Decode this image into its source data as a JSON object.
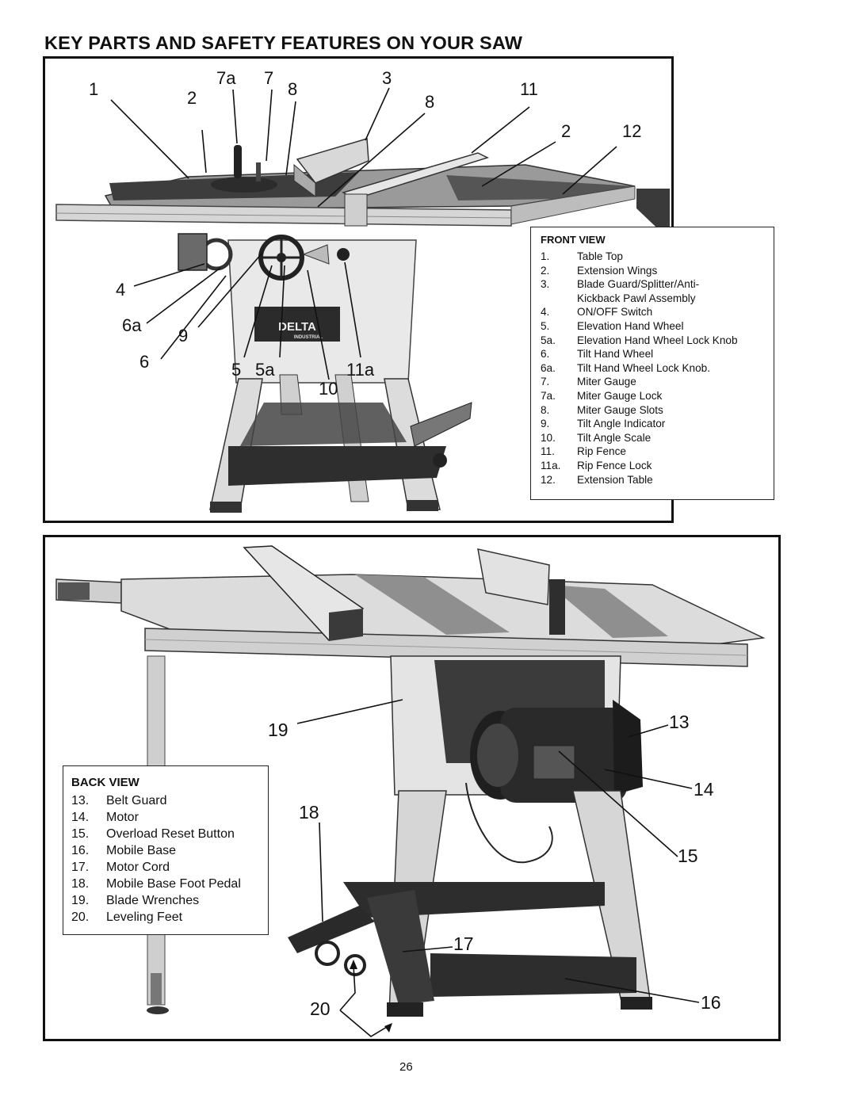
{
  "title": "KEY PARTS AND SAFETY FEATURES ON YOUR SAW",
  "front_view": {
    "legend_title": "FRONT VIEW",
    "items": [
      {
        "num": "1.",
        "label": "Table Top"
      },
      {
        "num": "2.",
        "label": "Extension Wings"
      },
      {
        "num": "3.",
        "label": "Blade Guard/Splitter/Anti-"
      },
      {
        "num": "",
        "label": "Kickback Pawl Assembly"
      },
      {
        "num": "4.",
        "label": "ON/OFF Switch"
      },
      {
        "num": "5.",
        "label": "Elevation Hand Wheel"
      },
      {
        "num": "5a.",
        "label": "Elevation Hand Wheel Lock Knob"
      },
      {
        "num": "6.",
        "label": "Tilt Hand Wheel"
      },
      {
        "num": "6a.",
        "label": "Tilt Hand Wheel Lock Knob."
      },
      {
        "num": "7.",
        "label": "Miter Gauge"
      },
      {
        "num": "7a.",
        "label": "Miter Gauge Lock"
      },
      {
        "num": "8.",
        "label": "Miter Gauge Slots"
      },
      {
        "num": "9.",
        "label": "Tilt Angle Indicator"
      },
      {
        "num": "10.",
        "label": "Tilt Angle Scale"
      },
      {
        "num": "11.",
        "label": "Rip Fence"
      },
      {
        "num": "11a.",
        "label": "Rip Fence Lock"
      },
      {
        "num": "12.",
        "label": "Extension Table"
      }
    ],
    "callouts": [
      "1",
      "2",
      "7a",
      "7",
      "8",
      "3",
      "8",
      "11",
      "2",
      "12",
      "4",
      "6a",
      "9",
      "6",
      "5",
      "5a",
      "10",
      "11a"
    ],
    "logo_text": "DELTA",
    "logo_subtext": "INDUSTRIAL"
  },
  "back_view": {
    "legend_title": "BACK VIEW",
    "items": [
      {
        "num": "13.",
        "label": "Belt Guard"
      },
      {
        "num": "14.",
        "label": "Motor"
      },
      {
        "num": "15.",
        "label": "Overload Reset Button"
      },
      {
        "num": "16.",
        "label": "Mobile Base"
      },
      {
        "num": "17.",
        "label": "Motor Cord"
      },
      {
        "num": "18.",
        "label": "Mobile Base Foot Pedal"
      },
      {
        "num": "19.",
        "label": "Blade Wrenches"
      },
      {
        "num": "20.",
        "label": "Leveling Feet"
      }
    ],
    "callouts": [
      "19",
      "13",
      "14",
      "18",
      "15",
      "17",
      "20",
      "16"
    ]
  },
  "page_number": "26"
}
